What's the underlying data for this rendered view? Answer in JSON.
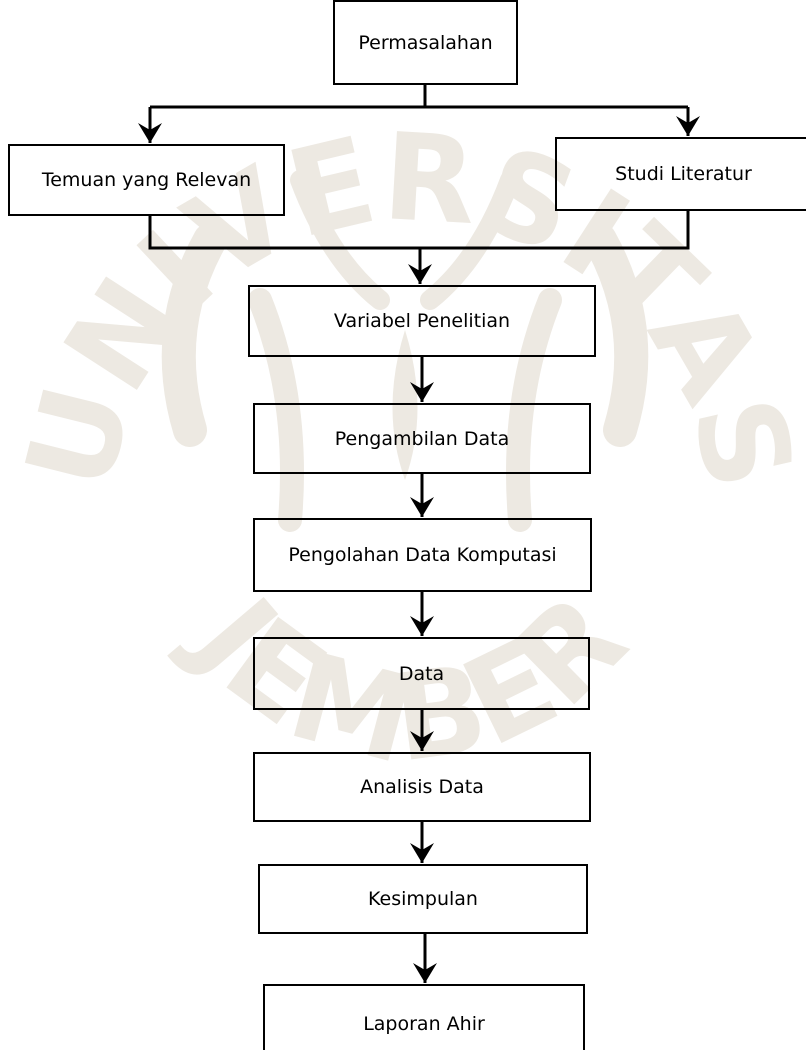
{
  "diagram": {
    "nodes": {
      "permasalahan": "Permasalahan",
      "temuan": "Temuan yang Relevan",
      "studi": "Studi Literatur",
      "variabel": "Variabel Penelitian",
      "pengambilan": "Pengambilan Data",
      "pengolahan": "Pengolahan Data Komputasi",
      "data": "Data",
      "analisis": "Analisis Data",
      "kesimpulan": "Kesimpulan",
      "laporan": "Laporan Ahir"
    },
    "edges": [
      [
        "permasalahan",
        "temuan"
      ],
      [
        "permasalahan",
        "studi"
      ],
      [
        "temuan",
        "variabel"
      ],
      [
        "studi",
        "variabel"
      ],
      [
        "variabel",
        "pengambilan"
      ],
      [
        "pengambilan",
        "pengolahan"
      ],
      [
        "pengolahan",
        "data"
      ],
      [
        "data",
        "analisis"
      ],
      [
        "analisis",
        "kesimpulan"
      ],
      [
        "kesimpulan",
        "laporan"
      ]
    ]
  },
  "watermark": {
    "top_text": "UNIVERSITAS",
    "bottom_text": "JEMBER",
    "color": "#ede9e2"
  }
}
